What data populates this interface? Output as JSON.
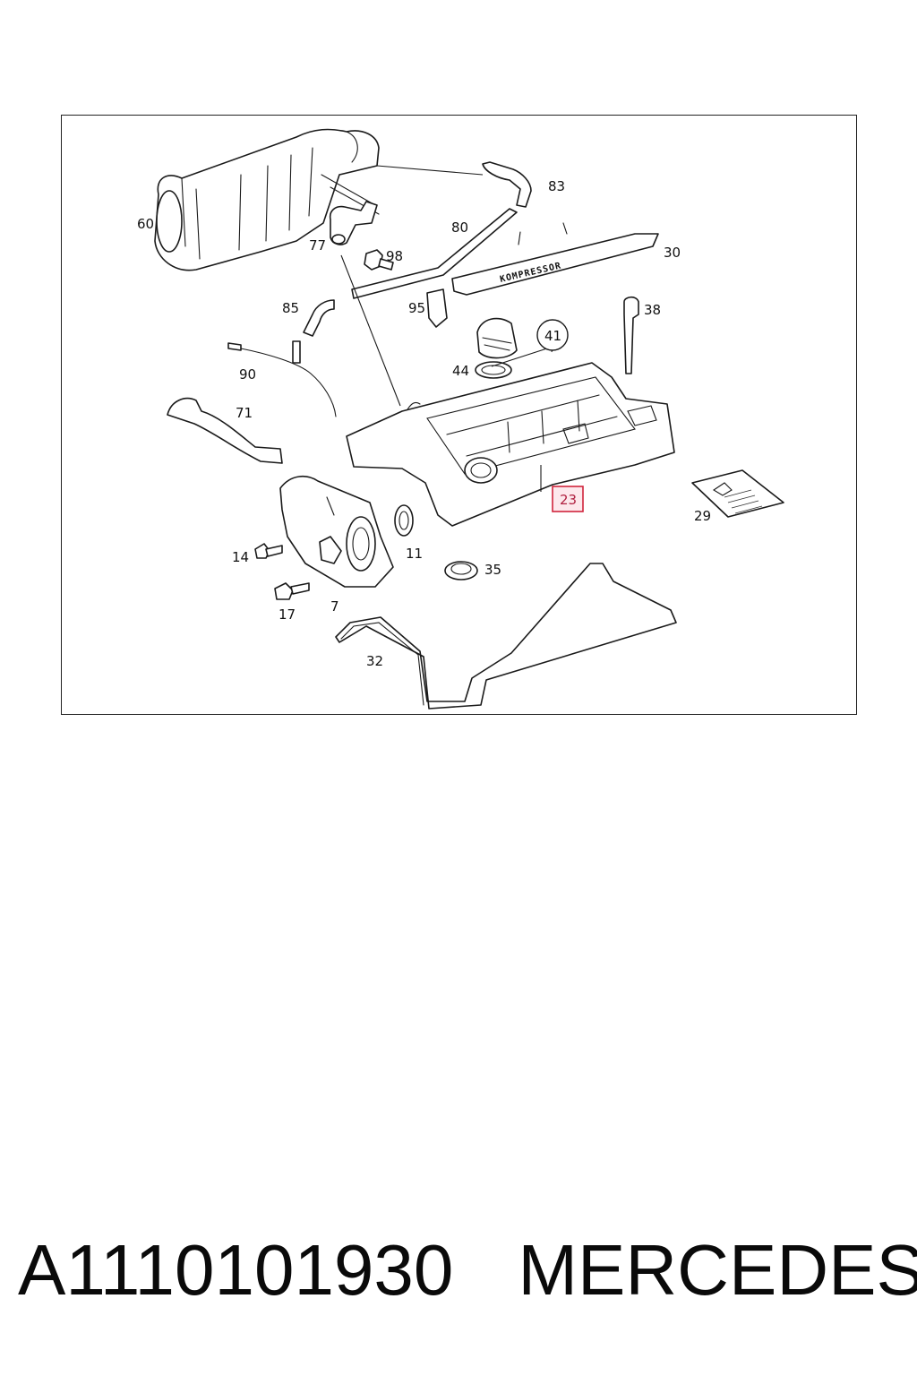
{
  "diagram": {
    "callouts": {
      "c60": "60",
      "c77": "77",
      "c98": "98",
      "c83": "83",
      "c80": "80",
      "c30": "30",
      "c85": "85",
      "c95": "95",
      "c38": "38",
      "c41": "41",
      "c44": "44",
      "c90": "90",
      "c71": "71",
      "c23": "23",
      "c29": "29",
      "c14": "14",
      "c11": "11",
      "c35": "35",
      "c17": "17",
      "c7": "7",
      "c32": "32"
    },
    "highlighted_callout": "23",
    "highlight_color": "#d0243c",
    "cover_logo_text": "KOMPRESSOR"
  },
  "caption": {
    "part_number": "A1110101930",
    "brand": "MERCEDES"
  }
}
